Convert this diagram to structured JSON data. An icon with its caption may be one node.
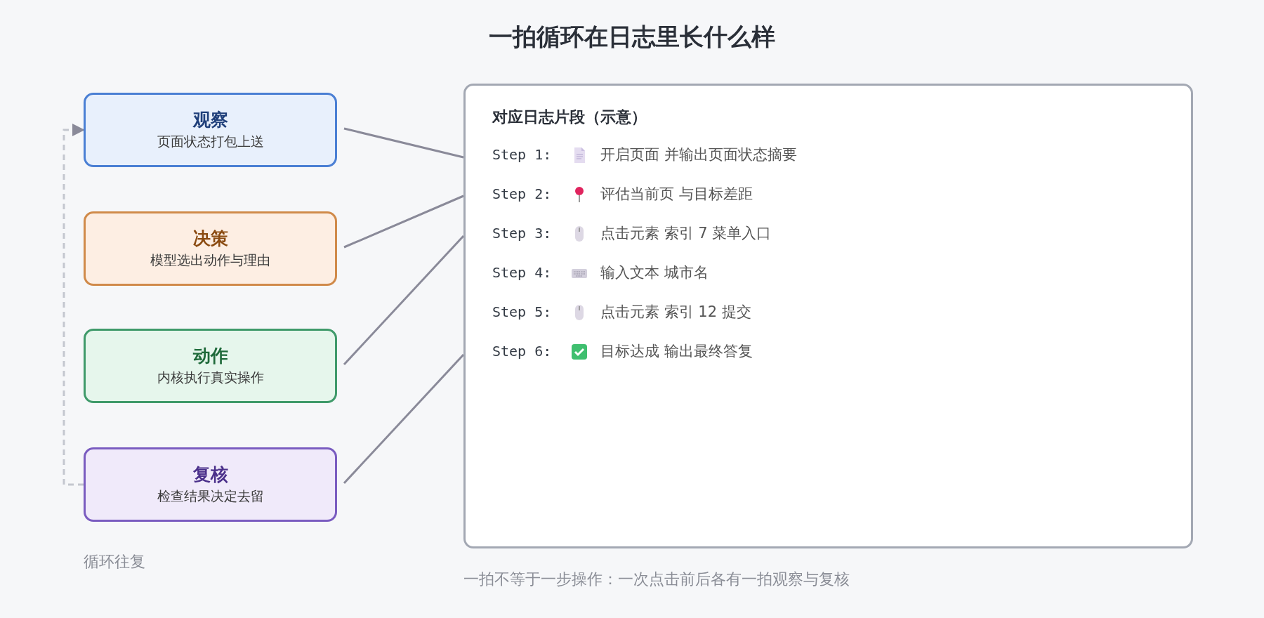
{
  "diagram": {
    "title": "一拍循环在日志里长什么样",
    "caption": "一拍不等于一步操作：一次点击前后各有一拍观察与复核",
    "nodes": [
      {
        "text": [
          "观察",
          "页面状态打包上送"
        ]
      },
      {
        "text": [
          "决策",
          "模型选出动作与理由"
        ]
      },
      {
        "text": [
          "动作",
          "内核执行真实操作"
        ]
      },
      {
        "text": [
          "复核",
          "检查结果决定去留"
        ]
      },
      {
        "text": [
          "对应日志片段（示意）",
          "Step 1:",
          "开启页面 并输出页面状态摘要",
          "Step 2:",
          "评估当前页 与目标差距",
          "Step 3:",
          "点击元素 索引 7 菜单入口",
          "Step 4:",
          "输入文本 城市名",
          "Step 5:",
          "点击元素 索引 12 提交",
          "Step 6:",
          "目标达成 输出最终答复"
        ]
      }
    ],
    "edges": [
      {
        "from": 3,
        "to": 0,
        "arrow": "to",
        "style": "dashed",
        "color": "#c4c7cf"
      },
      {
        "from": 0,
        "to": 4,
        "arrow": "none"
      },
      {
        "from": 1,
        "to": 4,
        "arrow": "none"
      },
      {
        "from": 2,
        "to": 4,
        "arrow": "none"
      },
      {
        "from": 3,
        "to": 4,
        "arrow": "none"
      }
    ],
    "labels": [
      "循环往复"
    ]
  }
}
